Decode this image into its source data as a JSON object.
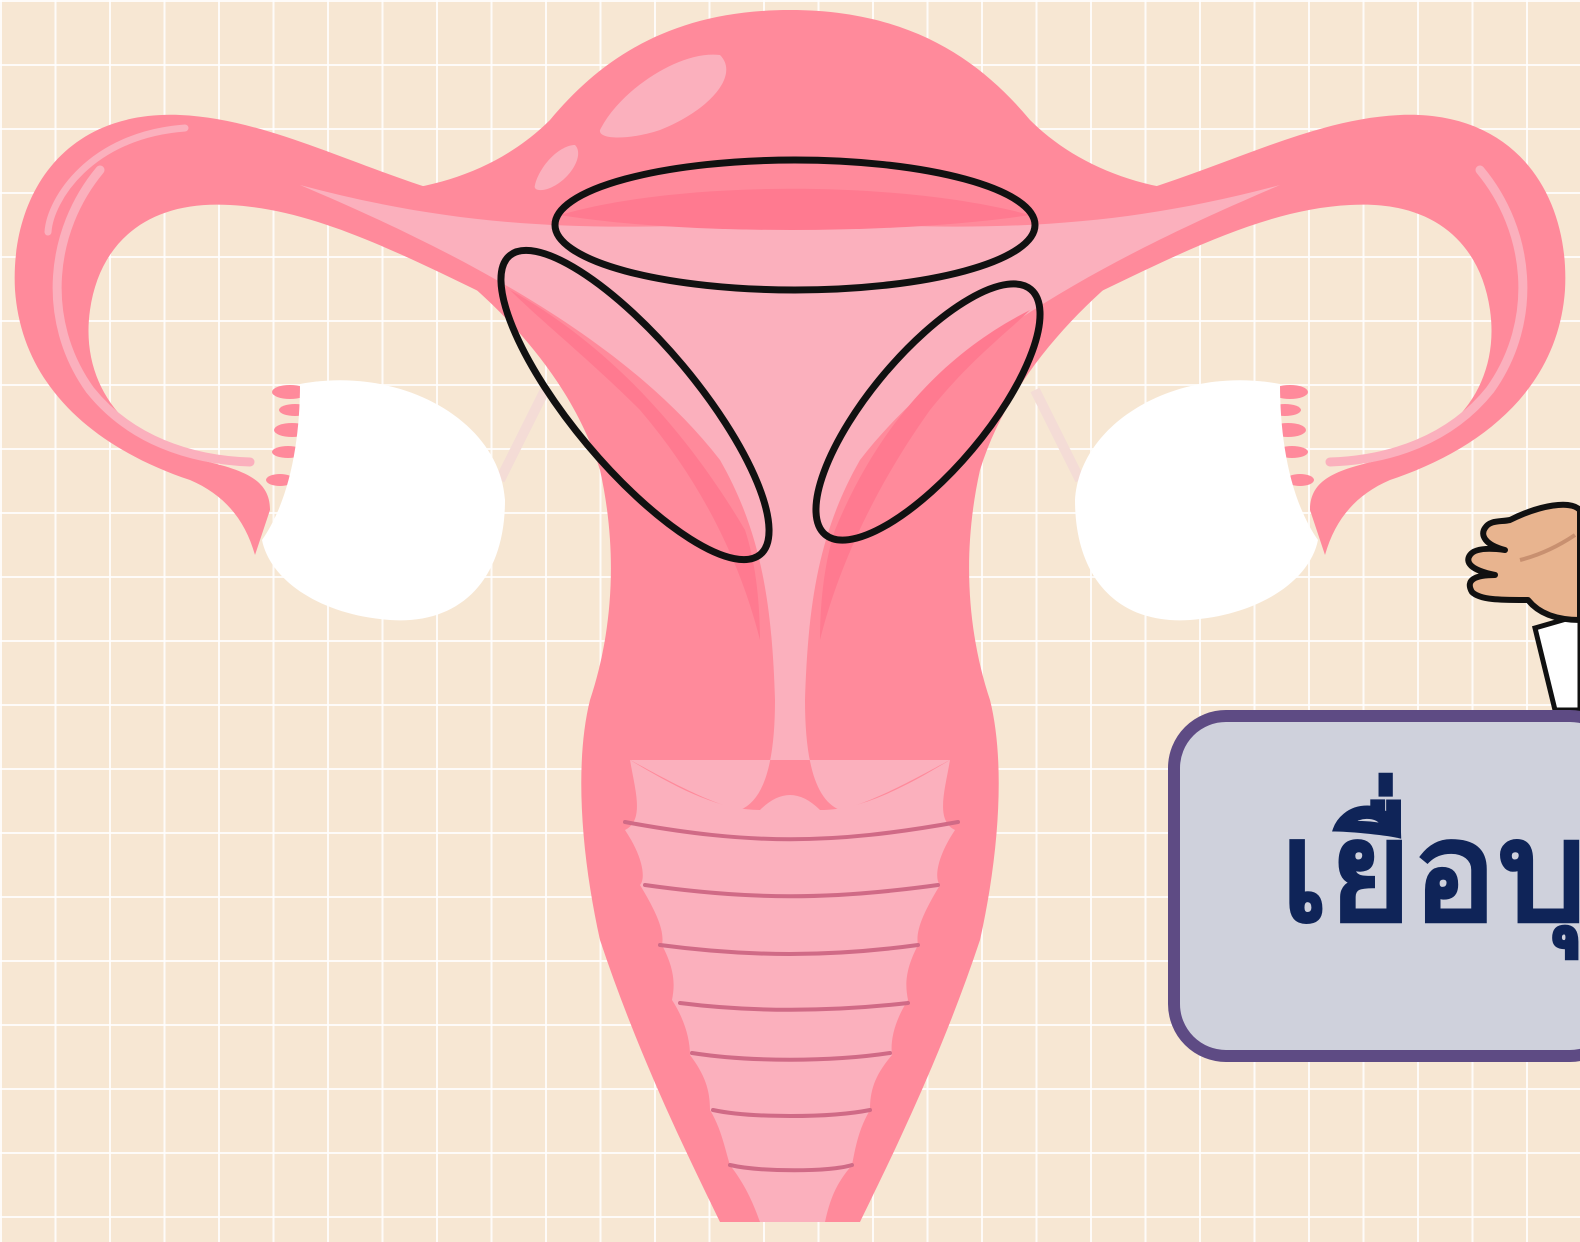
{
  "diagram": {
    "subject": "uterus-anatomy",
    "label_text": "เยื่อบุ",
    "colors": {
      "background": "#f7e7d3",
      "grid": "#ffffff",
      "organ": "#ff8a9b",
      "organ_light": "#fbb0bd",
      "organ_dark": "#ff7a90",
      "ovary": "#ffffff",
      "highlight_outline": "#111111",
      "label_box_fill": "#cfd1dc",
      "label_box_border": "#5e4b84",
      "label_text": "#0f2458",
      "hand_skin": "#e8b48f"
    },
    "highlights": [
      "top-endometrium-oval",
      "left-lining-oval",
      "right-lining-oval"
    ]
  }
}
